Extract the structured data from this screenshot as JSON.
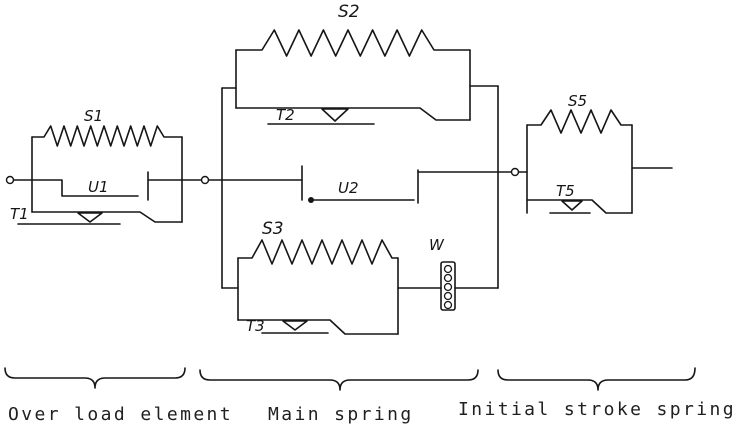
{
  "labels": {
    "s1": "S1",
    "s2": "S2",
    "s3": "S3",
    "s5": "S5",
    "t1": "T1",
    "t2": "T2",
    "t3": "T3",
    "t5": "T5",
    "u1": "U1",
    "u2": "U2",
    "w": "W"
  },
  "captions": {
    "overload": "Over load element",
    "main": "Main spring",
    "initial": "Initial stroke spring"
  }
}
